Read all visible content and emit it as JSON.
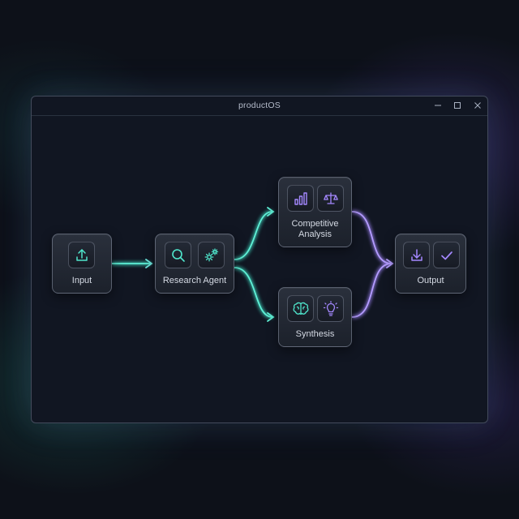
{
  "window": {
    "title": "productOS",
    "controls": [
      "minimize-icon",
      "maximize-icon",
      "close-icon"
    ]
  },
  "nodes": {
    "input": {
      "label": "Input",
      "icons": [
        "upload-icon"
      ]
    },
    "research": {
      "label": "Research Agent",
      "icons": [
        "search-icon",
        "gears-icon"
      ]
    },
    "competitive": {
      "label_line1": "Competitive",
      "label_line2": "Analysis",
      "icons": [
        "bar-chart-icon",
        "scales-icon"
      ]
    },
    "synthesis": {
      "label": "Synthesis",
      "icons": [
        "brain-icon",
        "lightbulb-icon"
      ]
    },
    "output": {
      "label": "Output",
      "icons": [
        "download-icon",
        "checkmark-icon"
      ]
    }
  },
  "edges": [
    {
      "from": "Input",
      "to": "Research Agent"
    },
    {
      "from": "Research Agent",
      "to": "Competitive Analysis"
    },
    {
      "from": "Research Agent",
      "to": "Synthesis"
    },
    {
      "from": "Competitive Analysis",
      "to": "Output"
    },
    {
      "from": "Synthesis",
      "to": "Output"
    }
  ],
  "colors": {
    "teal": "#3fe0c8",
    "purple": "#a488ff",
    "background": "#0d1119"
  }
}
